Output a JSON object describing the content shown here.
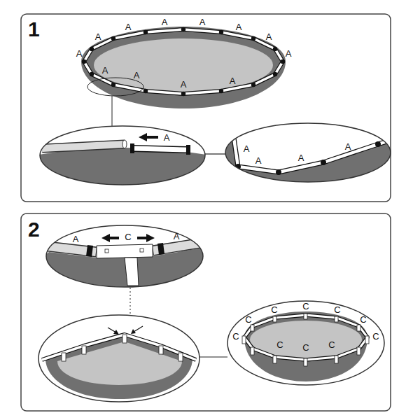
{
  "diagram": {
    "labels": [
      "1",
      "A",
      "A",
      "A",
      "A",
      "A",
      "A",
      "A",
      "A",
      "A",
      "A",
      "A",
      "A",
      "A",
      "A",
      "A",
      "A",
      "A",
      "2",
      "A",
      "C",
      "A",
      "C",
      "C",
      "C",
      "C",
      "C",
      "C",
      "C",
      "C",
      "C",
      "C"
    ]
  }
}
